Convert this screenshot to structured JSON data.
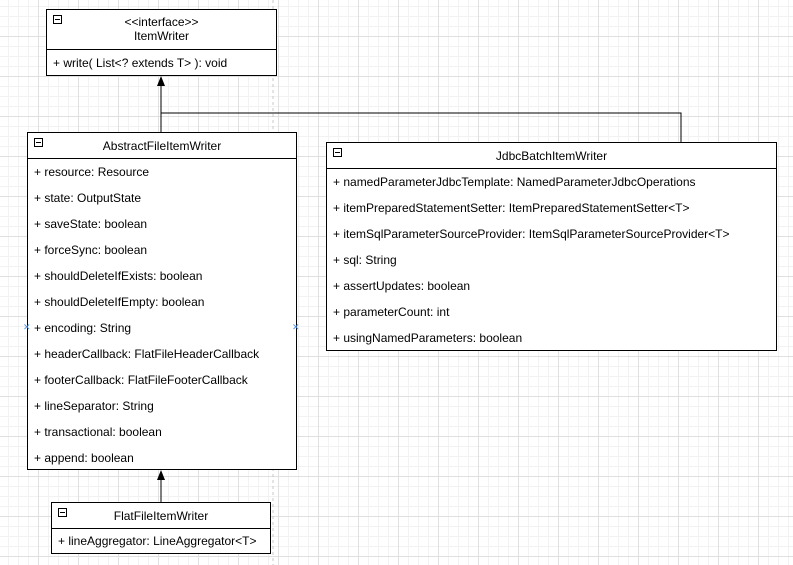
{
  "item_writer": {
    "stereotype": "<<interface>>",
    "title": "ItemWriter",
    "methods": [
      "+ write( List<? extends T> ): void"
    ]
  },
  "abstract_file_item_writer": {
    "title": "AbstractFileItemWriter",
    "attributes": [
      "+ resource: Resource",
      "+ state: OutputState",
      "+ saveState: boolean",
      "+ forceSync: boolean",
      "+ shouldDeleteIfExists: boolean",
      "+ shouldDeleteIfEmpty: boolean",
      "+ encoding: String",
      "+ headerCallback: FlatFileHeaderCallback",
      "+ footerCallback: FlatFileFooterCallback",
      "+ lineSeparator: String",
      "+ transactional: boolean",
      "+ append: boolean"
    ]
  },
  "jdbc_batch_item_writer": {
    "title": "JdbcBatchItemWriter",
    "attributes": [
      "+ namedParameterJdbcTemplate: NamedParameterJdbcOperations",
      "+ itemPreparedStatementSetter: ItemPreparedStatementSetter<T>",
      "+ itemSqlParameterSourceProvider: ItemSqlParameterSourceProvider<T>",
      "+ sql: String",
      "+ assertUpdates: boolean",
      "+ parameterCount: int",
      "+ usingNamedParameters: boolean"
    ]
  },
  "flat_file_item_writer": {
    "title": "FlatFileItemWriter",
    "attributes": [
      "+ lineAggregator: LineAggregator<T>"
    ]
  },
  "colors": {
    "line": "#000000",
    "handle": "#4a90e2",
    "grid": "#e0e0e0"
  }
}
